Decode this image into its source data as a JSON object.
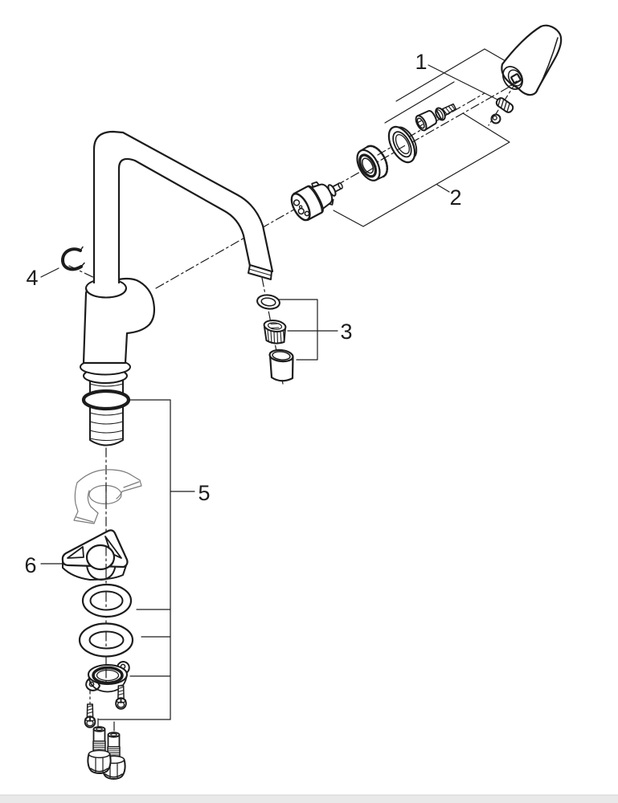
{
  "diagram": {
    "background": "#ffffff",
    "line_color": "#1c1c1c",
    "sketch_line_color": "#7a7a7a",
    "footer_band_color": "#e9e9e9",
    "callouts": [
      {
        "label": "1"
      },
      {
        "label": "2"
      },
      {
        "label": "3"
      },
      {
        "label": "4"
      },
      {
        "label": "5"
      },
      {
        "label": "6"
      }
    ]
  }
}
